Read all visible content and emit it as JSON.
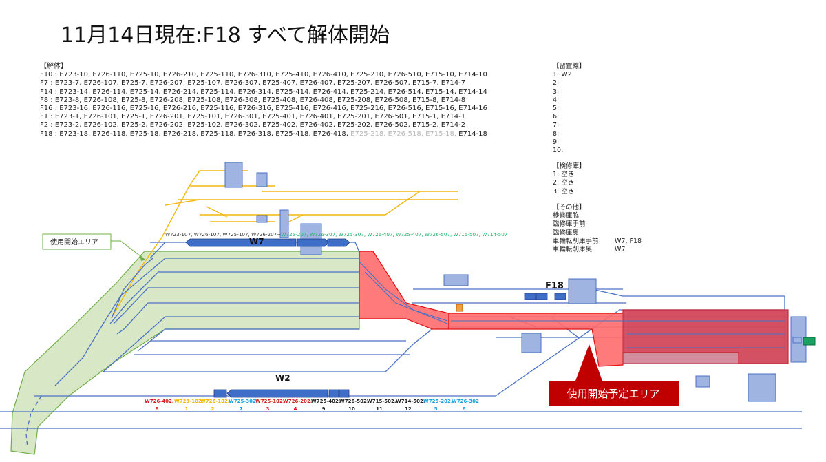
{
  "title": "11月14日現在:F18 すべて解体開始",
  "scrap": {
    "header": "【解体】",
    "rows": [
      {
        "label": "F10 : ",
        "cars": "E723-10, E726-110, E725-10, E726-210, E725-110, E726-310, E725-410, E726-410, E725-210, E726-510, E715-10, E714-10",
        "grey": "",
        "tail": ""
      },
      {
        "label": "F7  : ",
        "cars": "E723-7, E726-107, E725-7, E726-207, E725-107, E726-307, E725-407, E726-407, E725-207, E726-507, E715-7, E714-7",
        "grey": "",
        "tail": ""
      },
      {
        "label": "F14 : ",
        "cars": "E723-14, E726-114, E725-14, E726-214, E725-114, E726-314, E725-414, E726-414, E725-214, E726-514, E715-14, E714-14",
        "grey": "",
        "tail": ""
      },
      {
        "label": "F8  : ",
        "cars": "E723-8, E726-108, E725-8, E726-208, E725-108, E726-308, E725-408, E726-408, E725-208, E726-508, E715-8, E714-8",
        "grey": "",
        "tail": ""
      },
      {
        "label": "F16 : ",
        "cars": "E723-16, E726-116, E725-16, E726-216, E725-116, E726-316, E725-416, E726-416, E725-216, E726-516, E715-16, E714-16",
        "grey": "",
        "tail": ""
      },
      {
        "label": "F1 : ",
        "cars": "E723-1, E726-101, E725-1, E726-201, E725-101, E726-301, E725-401, E726-401, E725-201, E726-501, E715-1, E714-1",
        "grey": "",
        "tail": ""
      },
      {
        "label": "F2 : ",
        "cars": "E723-2, E726-102, E725-2, E726-202, E725-102, E726-302, E725-402, E726-402, E725-202, E726-502, E715-2, E714-2",
        "grey": "",
        "tail": ""
      },
      {
        "label": "F18  : ",
        "cars": "E723-18, E726-118, E725-18, E726-218, E725-118, E726-318, E725-418, E726-418, ",
        "grey": "E725-218, E726-518, E715-18, ",
        "tail": "E714-18"
      }
    ]
  },
  "stabling": {
    "header": "【留置線】",
    "lines": [
      "1: W2",
      "2:",
      "3:",
      "4:",
      "5:",
      "6:",
      "7:",
      "8:",
      "9:",
      "10:"
    ]
  },
  "inspection": {
    "header": "【検修庫】",
    "lines": [
      "1: 空き",
      "2: 空き",
      "3: 空き"
    ]
  },
  "other": {
    "header": "【その他】",
    "rows": [
      {
        "label": "検修庫脇",
        "value": ""
      },
      {
        "label": "臨修庫手前",
        "value": ""
      },
      {
        "label": "臨修庫奥",
        "value": ""
      },
      {
        "label": "車輪転削庫手前",
        "value": "W7, F18"
      },
      {
        "label": "車輪転削庫奥",
        "value": "W7"
      }
    ]
  },
  "diagram": {
    "in_use_area_label": "使用開始エリア",
    "planned_area_label": "使用開始予定エリア",
    "f18_label": "F18",
    "w7_label": "W7",
    "w2_label": "W2",
    "w7_cars_black": "W723-107, W726-107, W725-107, W726-207+",
    "w7_cars_green": "W725-207, W726-307, W725-307, W726-407, W725-407, W726-507, W715-507, W714-507",
    "w2_cars": [
      {
        "text": "W726-402,",
        "color": "#d62020",
        "num": "8"
      },
      {
        "text": "W723-102,",
        "color": "#f0b400",
        "num": "1"
      },
      {
        "text": "W726-102,",
        "color": "#f0b400",
        "num": "2"
      },
      {
        "text": "W725-302,",
        "color": "#1aa0e0",
        "num": "7"
      },
      {
        "text": "W725-102,",
        "color": "#d62020",
        "num": "3"
      },
      {
        "text": "W726-202,",
        "color": "#d62020",
        "num": "4"
      },
      {
        "text": "W725-402,",
        "color": "#222222",
        "num": "9"
      },
      {
        "text": "W726-502,",
        "color": "#222222",
        "num": "10"
      },
      {
        "text": "W715-502,",
        "color": "#222222",
        "num": "11"
      },
      {
        "text": "W714-502,",
        "color": "#222222",
        "num": "12"
      },
      {
        "text": "W725-202,",
        "color": "#1aa0e0",
        "num": "5"
      },
      {
        "text": "W726-302",
        "color": "#1aa0e0",
        "num": "6"
      }
    ],
    "colors": {
      "track": "#4a72c4",
      "sidings": "#f2b90f",
      "in_use_fill": "#d8e7c6",
      "in_use_stroke": "#70ad47",
      "planned_fill": "#ff6b6b",
      "planned_stroke": "#e01010",
      "planned_callout": "#c00000",
      "building": "#9fb4e0",
      "building_stroke": "#4a72c4",
      "train": "#3f6ec8"
    }
  }
}
